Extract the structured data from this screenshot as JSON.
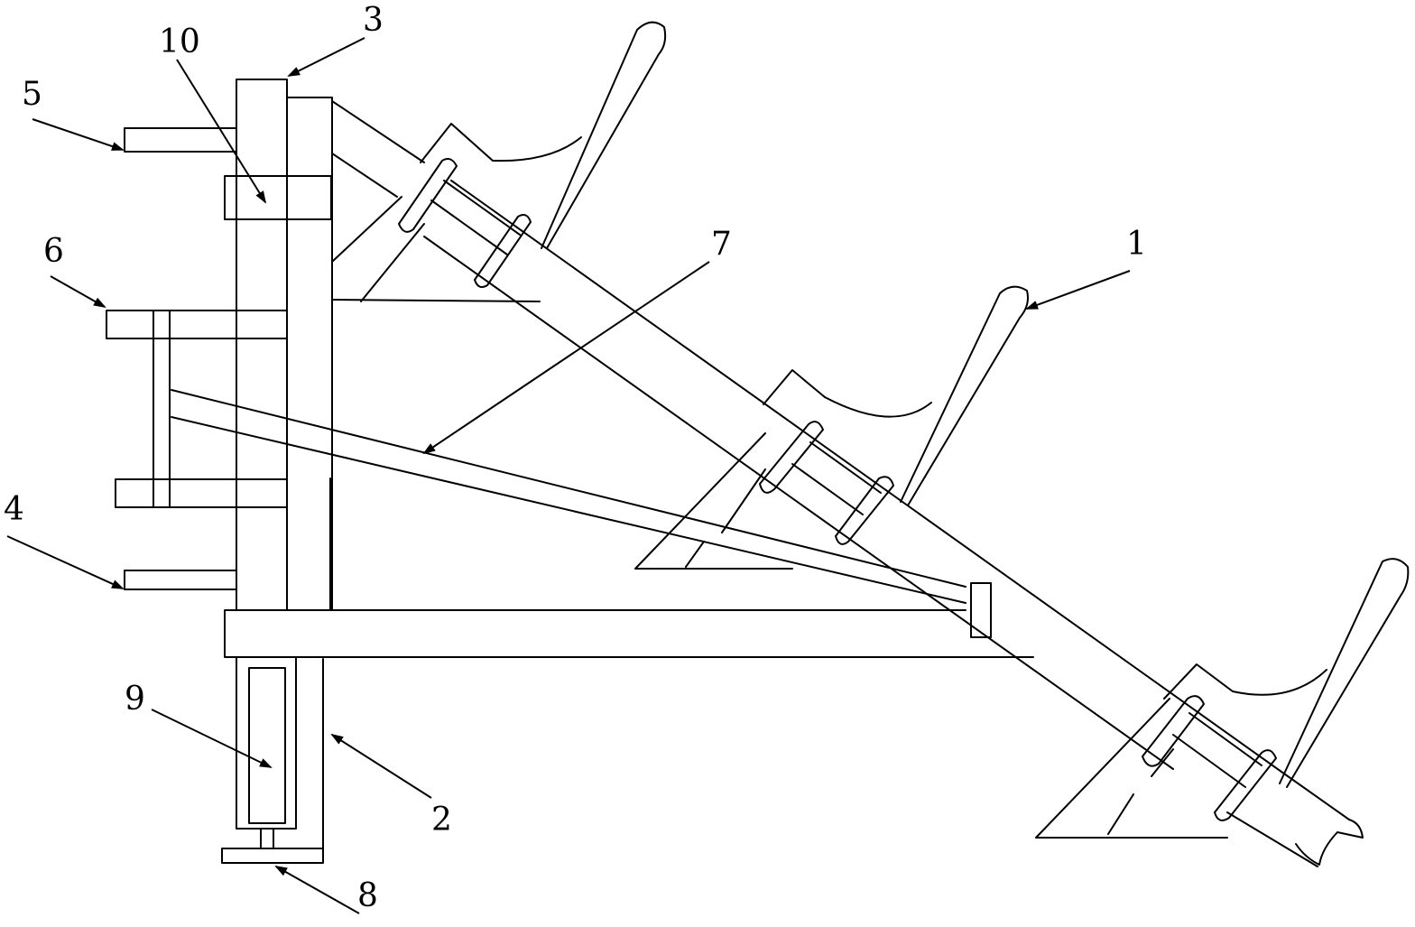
{
  "diagram": {
    "callouts": [
      {
        "id": "c1",
        "label": "1"
      },
      {
        "id": "c2",
        "label": "2"
      },
      {
        "id": "c3",
        "label": "3"
      },
      {
        "id": "c4",
        "label": "4"
      },
      {
        "id": "c5",
        "label": "5"
      },
      {
        "id": "c6",
        "label": "6"
      },
      {
        "id": "c7",
        "label": "7"
      },
      {
        "id": "c8",
        "label": "8"
      },
      {
        "id": "c9",
        "label": "9"
      },
      {
        "id": "c10",
        "label": "10"
      }
    ],
    "colors": {
      "ink": "#000000",
      "paper": "#ffffff"
    }
  }
}
